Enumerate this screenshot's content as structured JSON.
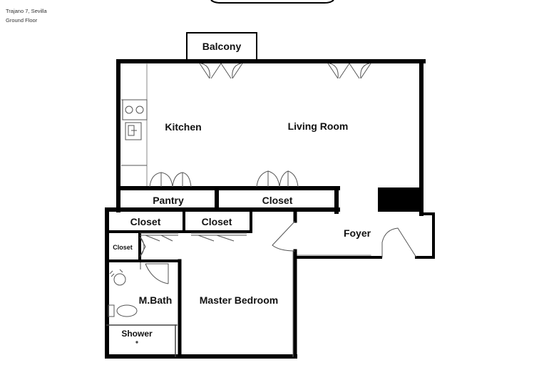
{
  "header": {
    "address": "Trajano 7, Sevilla",
    "floor": "Ground Floor"
  },
  "rooms": {
    "balcony": "Balcony",
    "kitchen": "Kitchen",
    "living_room": "Living Room",
    "pantry": "Pantry",
    "closet_main": "Closet",
    "closet_left": "Closet",
    "closet_right": "Closet",
    "closet_small": "Closet",
    "foyer": "Foyer",
    "master_bath": "M.Bath",
    "master_bedroom": "Master Bedroom",
    "shower": "Shower"
  },
  "colors": {
    "wall": "#000000",
    "fixture": "#555555",
    "background": "#ffffff"
  }
}
